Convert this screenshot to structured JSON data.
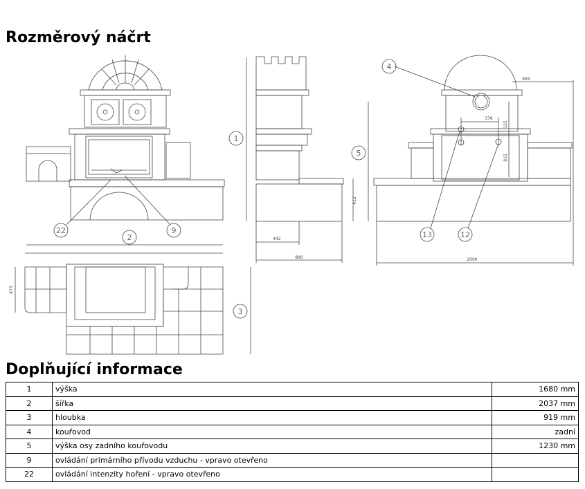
{
  "sections": {
    "sketch_title": "Rozměrový náčrt",
    "info_title": "Doplňující informace"
  },
  "drawing": {
    "callouts": [
      "1",
      "2",
      "3",
      "4",
      "5",
      "9",
      "12",
      "13",
      "22"
    ],
    "dimensions": [
      "442",
      "890",
      "412",
      "955",
      "376",
      "125",
      "815",
      "2000",
      "473"
    ]
  },
  "info": {
    "rows": [
      {
        "num": "1",
        "label": "výška",
        "value": "1680 mm"
      },
      {
        "num": "2",
        "label": "šířka",
        "value": "2037 mm"
      },
      {
        "num": "3",
        "label": "hloubka",
        "value": "919 mm"
      },
      {
        "num": "4",
        "label": "kouřovod",
        "value": "zadní"
      },
      {
        "num": "5",
        "label": "výška osy zadního kouřovodu",
        "value": "1230 mm"
      },
      {
        "num": "9",
        "label": "ovládání primárního přívodu vzduchu - vpravo otevřeno",
        "value": ""
      },
      {
        "num": "22",
        "label": "ovládání intenzity hoření - vpravo otevřeno",
        "value": ""
      }
    ]
  }
}
